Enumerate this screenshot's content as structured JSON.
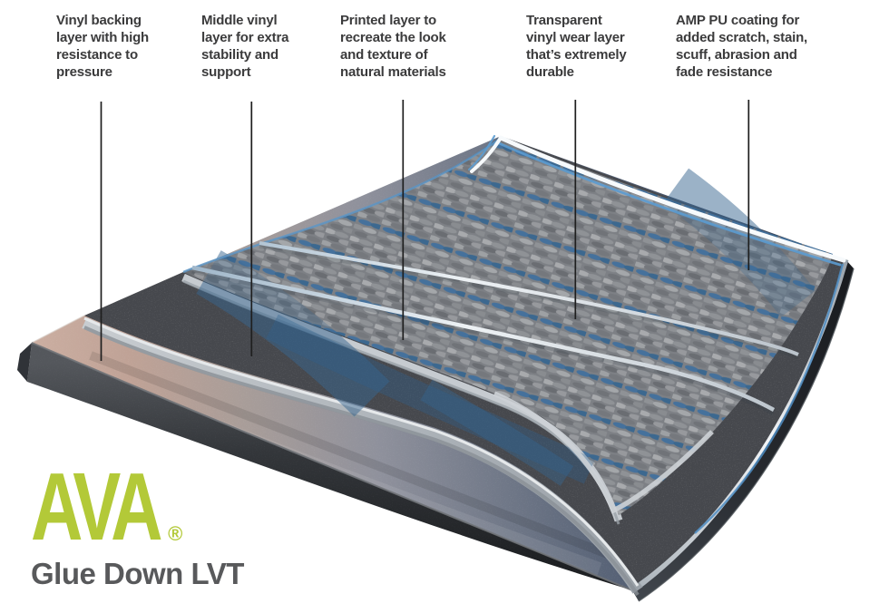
{
  "background_color": "#ffffff",
  "brand": {
    "logo_text": "AVA",
    "registered_mark": "®",
    "product_line": "Glue Down LVT",
    "logo_green": "#b3c938",
    "product_text_color": "#58595b"
  },
  "callouts": [
    {
      "id": "vinyl-backing-layer",
      "lines": [
        "Vinyl backing",
        "layer with high",
        "resistance to",
        "pressure"
      ]
    },
    {
      "id": "middle-vinyl-layer",
      "lines": [
        "Middle vinyl",
        "layer for extra",
        "stability and",
        "support"
      ]
    },
    {
      "id": "printed-layer",
      "lines": [
        "Printed layer to",
        "recreate the look",
        "and texture of",
        "natural materials"
      ]
    },
    {
      "id": "wear-layer",
      "lines": [
        "Transparent",
        "vinyl wear layer",
        "that’s extremely",
        "durable"
      ]
    },
    {
      "id": "pu-coating",
      "lines": [
        "AMP PU coating for",
        "added scratch, stain,",
        "scuff, abrasion and",
        "fade resistance"
      ]
    }
  ],
  "illustration": {
    "layers_bottom_to_top": [
      "Vinyl backing layer",
      "Middle vinyl layer",
      "Printed layer",
      "Transparent vinyl wear layer",
      "AMP PU coating"
    ],
    "palette": {
      "backing_top_left": "#c9aca0",
      "backing_top_right": "#38414f",
      "middle_layer_gray": "#46484d",
      "print_base_gray": "#7d8085",
      "print_blue": "#3e6b96",
      "edge_silver": "#dfe3e6",
      "coating_blue": "#5b9bd0",
      "dark_edge": "#1f2124",
      "label_text": "#3b3b3c",
      "leader_line": "#1f1f1f"
    }
  }
}
